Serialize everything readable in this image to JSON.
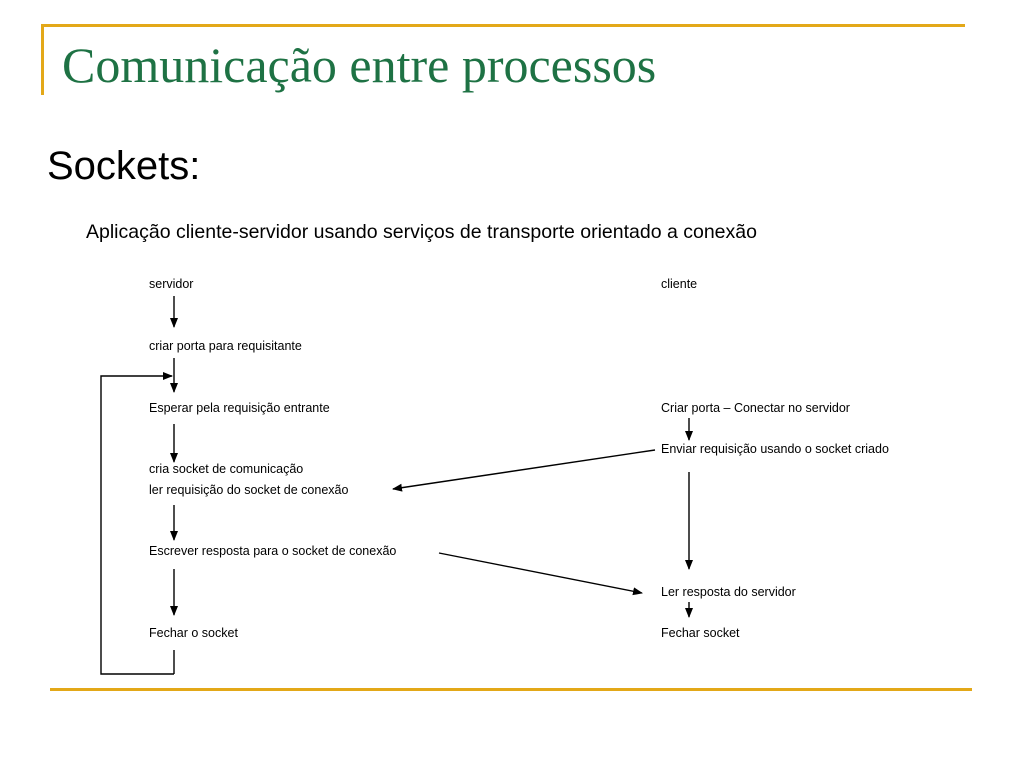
{
  "slide": {
    "title": "Comunicação entre processos",
    "subtitle": "Sockets:",
    "caption": "Aplicação cliente-servidor usando serviços  de transporte orientado a conexão"
  },
  "servidor": {
    "header": "servidor",
    "step_1": "criar porta para requisitante",
    "step_2": "Esperar pela requisição entrante",
    "step_3a": "cria socket de comunicação",
    "step_3b": "ler requisição do socket de conexão",
    "step_4": "Escrever resposta para o socket de conexão",
    "step_5": "Fechar o socket"
  },
  "cliente": {
    "header": "cliente",
    "step_1": "Criar porta – Conectar no servidor",
    "step_2": "Enviar requisição usando o socket criado",
    "step_3": "Ler resposta do servidor",
    "step_4": "Fechar socket"
  },
  "colors": {
    "accent_line": "#E3A818",
    "title": "#1E7244",
    "text": "#000000"
  }
}
